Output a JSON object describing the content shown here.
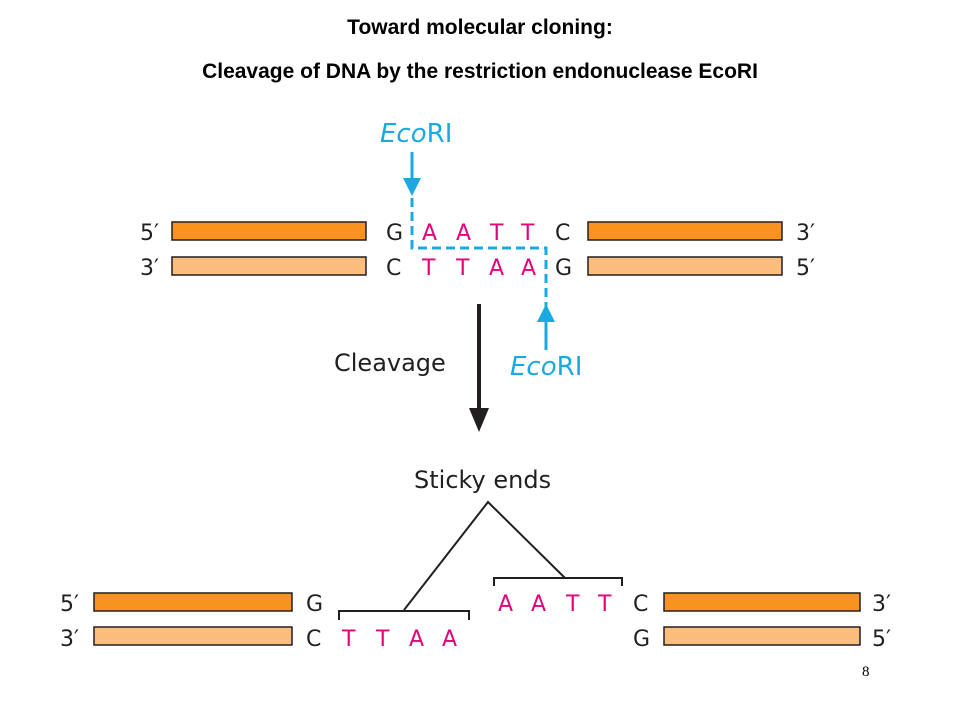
{
  "header": {
    "title": "Toward molecular cloning:",
    "subtitle": "Cleavage of DNA by the restriction endonuclease EcoRI"
  },
  "colors": {
    "strand_top": "#f7931e",
    "strand_bottom": "#fbbd7c",
    "strand_outline": "#231f20",
    "enzyme": "#1ba9e1",
    "recognition_bases": "#e5007e",
    "text": "#231f20"
  },
  "enzyme": {
    "label_prefix": "Eco",
    "label_suffix": "RI"
  },
  "top_duplex": {
    "top_strand": {
      "five": "5′",
      "three": "3′",
      "bases": [
        "G",
        "A",
        "A",
        "T",
        "T",
        "C"
      ]
    },
    "bottom_strand": {
      "three": "3′",
      "five": "5′",
      "bases": [
        "C",
        "T",
        "T",
        "A",
        "A",
        "G"
      ]
    }
  },
  "step_label": "Cleavage",
  "products": {
    "label": "Sticky ends",
    "left_fragment": {
      "top": {
        "five": "5′",
        "bases": [
          "G"
        ]
      },
      "bottom": {
        "three": "3′",
        "bases": [
          "C",
          "T",
          "T",
          "A",
          "A"
        ]
      }
    },
    "right_fragment": {
      "top": {
        "three": "3′",
        "bases": [
          "A",
          "A",
          "T",
          "T",
          "C"
        ]
      },
      "bottom": {
        "five": "5′",
        "bases": [
          "G"
        ]
      }
    }
  },
  "page_number": "8"
}
